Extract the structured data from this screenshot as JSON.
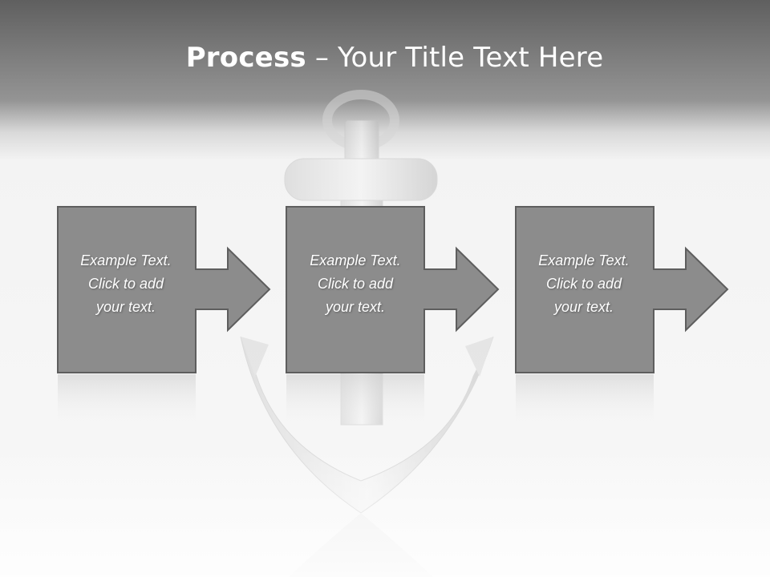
{
  "slide": {
    "title_bold": "Process",
    "title_rest": " – Your Title Text Here"
  },
  "steps": [
    {
      "lines": [
        "Example Text.",
        "Click  to add",
        "your text."
      ]
    },
    {
      "lines": [
        "Example Text.",
        "Click  to add",
        "your text."
      ]
    },
    {
      "lines": [
        "Example Text.",
        "Click  to add",
        "your text."
      ]
    }
  ],
  "colors": {
    "box_fill": "#8c8c8c",
    "box_stroke": "#5e5e5e",
    "text": "#ffffff"
  },
  "icons": {
    "background": "anchor-icon",
    "connector": "arrow-right-icon"
  }
}
